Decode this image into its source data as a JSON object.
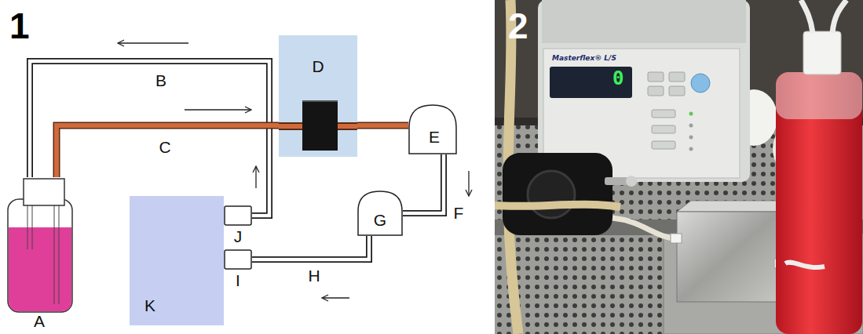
{
  "diagram": {
    "nodes": [
      {
        "text": [
          "D"
        ]
      },
      {
        "text": [
          "E"
        ]
      },
      {
        "text": [
          "G"
        ]
      },
      {
        "text": [
          "J"
        ]
      },
      {
        "text": [
          "K"
        ]
      },
      {
        "text": [
          "I"
        ]
      },
      {
        "text": [
          "A"
        ]
      }
    ],
    "edges": [
      {
        "from": 3,
        "to": 6,
        "label": "B",
        "arrow": "none"
      },
      {
        "from": 6,
        "to": 0,
        "label": "C",
        "arrow": "none"
      },
      {
        "from": 0,
        "to": 1,
        "arrow": "none"
      },
      {
        "from": 1,
        "to": 2,
        "label": "F",
        "arrow": "none"
      },
      {
        "from": 2,
        "to": 5,
        "label": "H",
        "arrow": "none"
      }
    ],
    "labels": [
      "1",
      "2",
      "Masterflex® L/S",
      "0"
    ]
  }
}
